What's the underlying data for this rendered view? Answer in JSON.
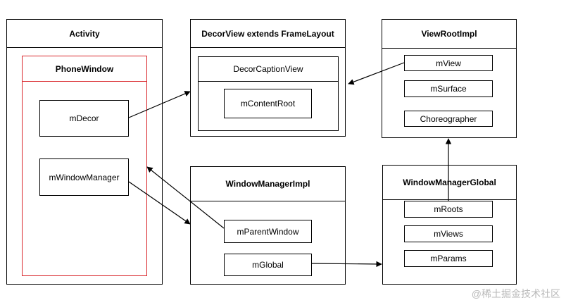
{
  "activity": {
    "title": "Activity",
    "phone_window": {
      "title": "PhoneWindow",
      "m_decor": "mDecor",
      "m_window_manager": "mWindowManager"
    }
  },
  "decor_view": {
    "title": "DecorView extends FrameLayout",
    "caption_view": "DecorCaptionView",
    "content_root": "mContentRoot"
  },
  "view_root_impl": {
    "title": "ViewRootImpl",
    "m_view": "mView",
    "m_surface": "mSurface",
    "choreographer": "Choreographer"
  },
  "window_manager_impl": {
    "title": "WindowManagerImpl",
    "m_parent_window": "mParentWindow",
    "m_global": "mGlobal"
  },
  "window_manager_global": {
    "title": "WindowManagerGlobal",
    "m_roots": "mRoots",
    "m_views": "mViews",
    "m_params": "mParams"
  },
  "watermark": "@稀土掘金技术社区",
  "colors": {
    "line": "#000000",
    "phone_window_border": "#d9262b",
    "watermark": "#b9b9b9"
  }
}
